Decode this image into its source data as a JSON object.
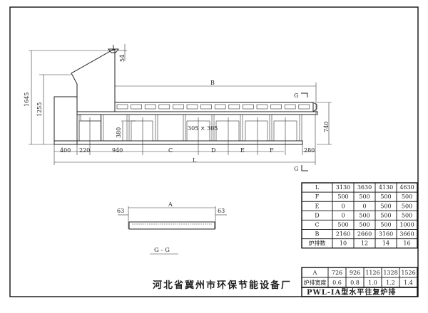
{
  "drawing": {
    "dimensions": {
      "d1645": "1645",
      "d1255": "1255",
      "d54": "54",
      "B": "B",
      "d740": "740",
      "d380": "380",
      "opening": "305 × 305",
      "d400": "400",
      "d220": "220",
      "d940": "940",
      "C": "C",
      "D": "D",
      "E": "E",
      "F": "F",
      "d280": "280",
      "L": "L"
    },
    "section_marks": {
      "top": "G",
      "bottom": "G"
    },
    "section_view": {
      "A": "A",
      "left": "63",
      "right": "63",
      "label": "G - G"
    }
  },
  "manufacturer": "河北省冀州市环保节能设备厂",
  "table_main": {
    "rows": [
      {
        "label": "L",
        "values": [
          "3130",
          "3630",
          "4130",
          "4630"
        ]
      },
      {
        "label": "F",
        "values": [
          "500",
          "500",
          "500",
          "500"
        ]
      },
      {
        "label": "E",
        "values": [
          "0",
          "0",
          "500",
          "500"
        ]
      },
      {
        "label": "D",
        "values": [
          "0",
          "500",
          "500",
          "500"
        ]
      },
      {
        "label": "C",
        "values": [
          "500",
          "500",
          "500",
          "1000"
        ]
      },
      {
        "label": "B",
        "values": [
          "2160",
          "2660",
          "3160",
          "3660"
        ]
      },
      {
        "label": "炉排数",
        "values": [
          "10",
          "12",
          "14",
          "16"
        ]
      }
    ]
  },
  "table_width": {
    "rows": [
      {
        "label": "A",
        "values": [
          "726",
          "926",
          "1126",
          "1328",
          "1526"
        ]
      },
      {
        "label": "炉排宽度",
        "values": [
          "0.6",
          "0.8",
          "1.0",
          "1.2",
          "1.4"
        ]
      }
    ],
    "title": "PWL-IA型水平往复炉排"
  }
}
